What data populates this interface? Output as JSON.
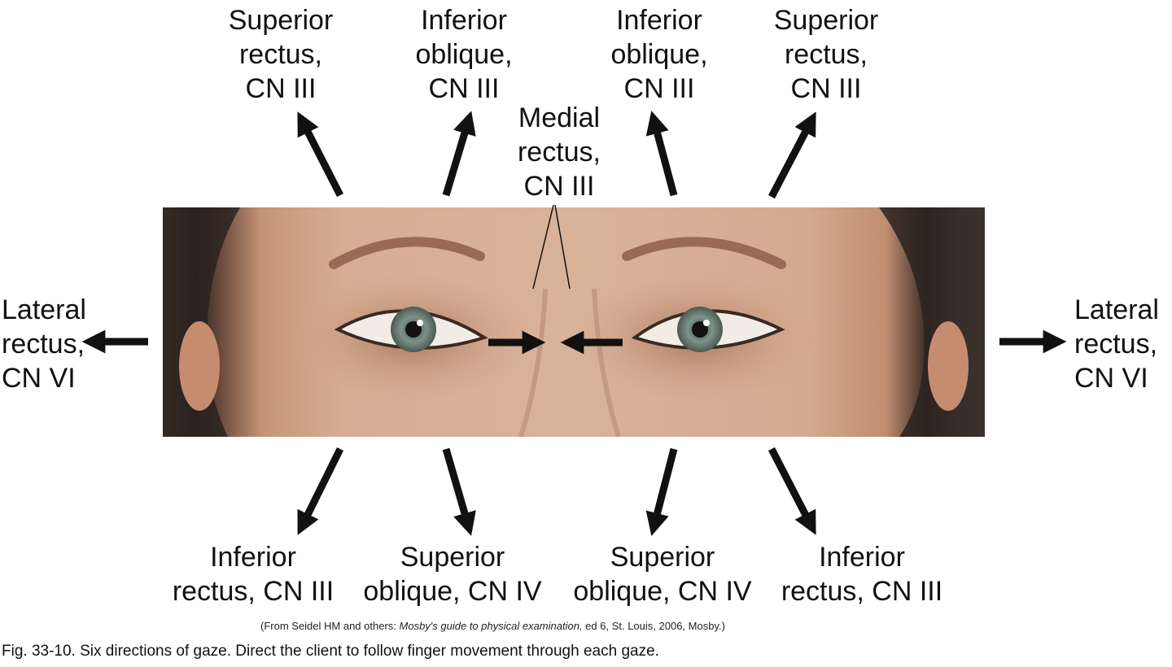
{
  "labels": {
    "sr_left": [
      "Superior",
      "rectus,",
      "CN III"
    ],
    "io_left": [
      "Inferior",
      "oblique,",
      "CN III"
    ],
    "medial": [
      "Medial",
      "rectus,",
      "CN III"
    ],
    "io_right": [
      "Inferior",
      "oblique,",
      "CN III"
    ],
    "sr_right": [
      "Superior",
      "rectus,",
      "CN III"
    ],
    "lr_left": [
      "Lateral",
      "rectus,",
      "CN VI"
    ],
    "lr_right": [
      "Lateral",
      "rectus,",
      "CN VI"
    ],
    "ir_left": [
      "Inferior",
      "rectus, CN III"
    ],
    "so_left": [
      "Superior",
      "oblique, CN IV"
    ],
    "so_right": [
      "Superior",
      "oblique, CN IV"
    ],
    "ir_right": [
      "Inferior",
      "rectus, CN III"
    ]
  },
  "source": {
    "prefix": "(From Seidel HM and others: ",
    "book": "Mosby's guide to physical examination,",
    "suffix": " ed 6, St. Louis, 2006, Mosby.)"
  },
  "caption": "Fig. 33-10. Six directions of gaze. Direct the client to follow finger movement through each gaze."
}
